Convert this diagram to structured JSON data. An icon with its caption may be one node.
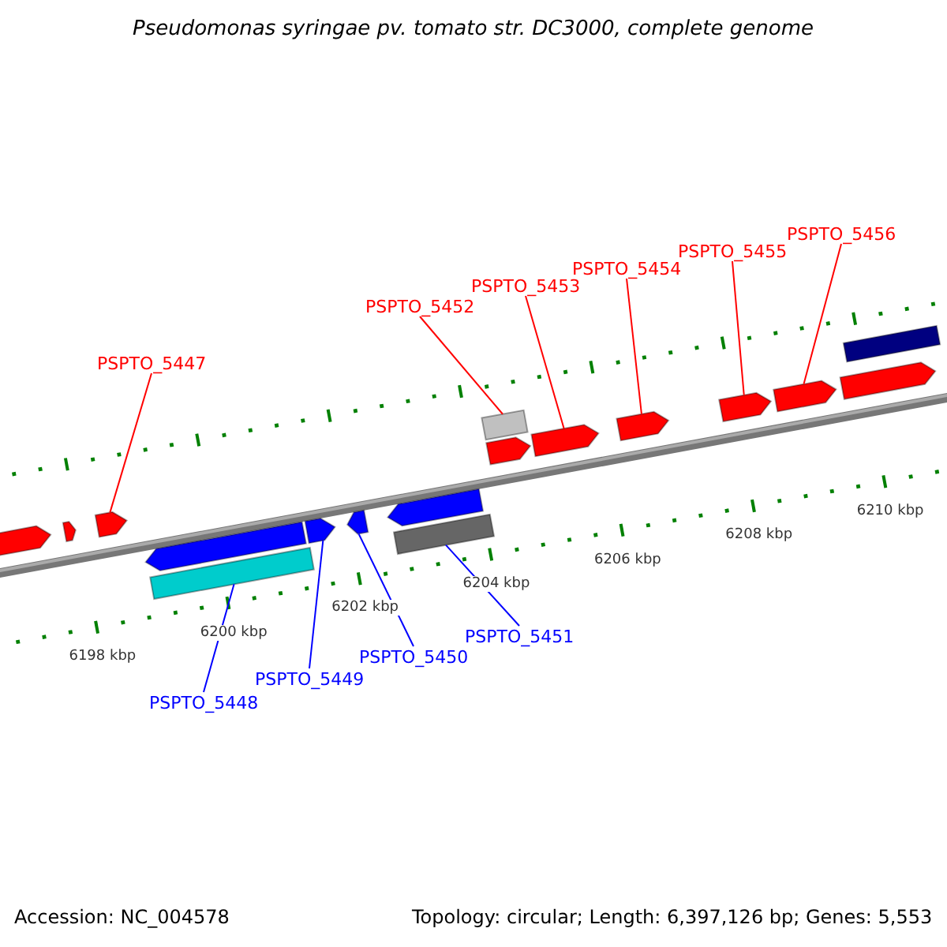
{
  "diagram": {
    "title": "Pseudomonas syringae pv. tomato str. DC3000, complete genome",
    "nodes": [
      {
        "text": [
          "PSPTO_5447"
        ]
      },
      {
        "text": [
          "PSPTO_5452"
        ]
      },
      {
        "text": [
          "PSPTO_5453"
        ]
      },
      {
        "text": [
          "PSPTO_5454"
        ]
      },
      {
        "text": [
          "PSPTO_5455"
        ]
      },
      {
        "text": [
          "PSPTO_5456"
        ]
      },
      {
        "text": [
          "PSPTO_5448"
        ]
      },
      {
        "text": [
          "PSPTO_5449"
        ]
      },
      {
        "text": [
          "PSPTO_5450"
        ]
      },
      {
        "text": [
          "PSPTO_5451"
        ]
      },
      {
        "text": [],
        "shape": "arrow"
      },
      {
        "text": [],
        "shape": "arrow"
      },
      {
        "text": [],
        "shape": "arrow"
      },
      {
        "text": [],
        "shape": "arrow"
      },
      {
        "text": [],
        "shape": "arrow"
      },
      {
        "text": [],
        "shape": "arrow"
      },
      {
        "text": [],
        "shape": "arrow"
      },
      {
        "text": [],
        "shape": "bar"
      },
      {
        "text": [],
        "shape": "bar"
      },
      {
        "text": [],
        "shape": "bar"
      },
      {
        "text": [],
        "shape": "arrow"
      },
      {
        "text": [],
        "shape": "arrow"
      },
      {
        "text": [],
        "shape": "arrow"
      },
      {
        "text": [],
        "shape": "arrow"
      },
      {
        "text": [],
        "shape": "arrow"
      },
      {
        "text": [],
        "shape": "arrow"
      },
      {
        "text": [],
        "shape": "bar"
      }
    ],
    "edges": [
      {
        "from": 0,
        "to": 12,
        "arrow": "none"
      },
      {
        "from": 1,
        "to": 19,
        "arrow": "none"
      },
      {
        "from": 2,
        "to": 21,
        "arrow": "none"
      },
      {
        "from": 3,
        "to": 22,
        "arrow": "none"
      },
      {
        "from": 4,
        "to": 23,
        "arrow": "none"
      },
      {
        "from": 5,
        "to": 24,
        "arrow": "none"
      },
      {
        "from": 6,
        "to": 17,
        "arrow": "none",
        "color": "#0000ff"
      },
      {
        "from": 7,
        "to": 14,
        "arrow": "none",
        "color": "#0000ff"
      },
      {
        "from": 8,
        "to": 15,
        "arrow": "none",
        "color": "#0000ff"
      },
      {
        "from": 9,
        "to": 18,
        "arrow": "none",
        "color": "#0000ff"
      }
    ],
    "labels": [
      "6198 kbp",
      "6200 kbp",
      "6202 kbp",
      "6204 kbp",
      "6206 kbp",
      "6208 kbp",
      "6210 kbp",
      "Accession: NC_004578",
      "Topology: circular; Length: 6,397,126 bp; Genes: 5,553"
    ]
  }
}
